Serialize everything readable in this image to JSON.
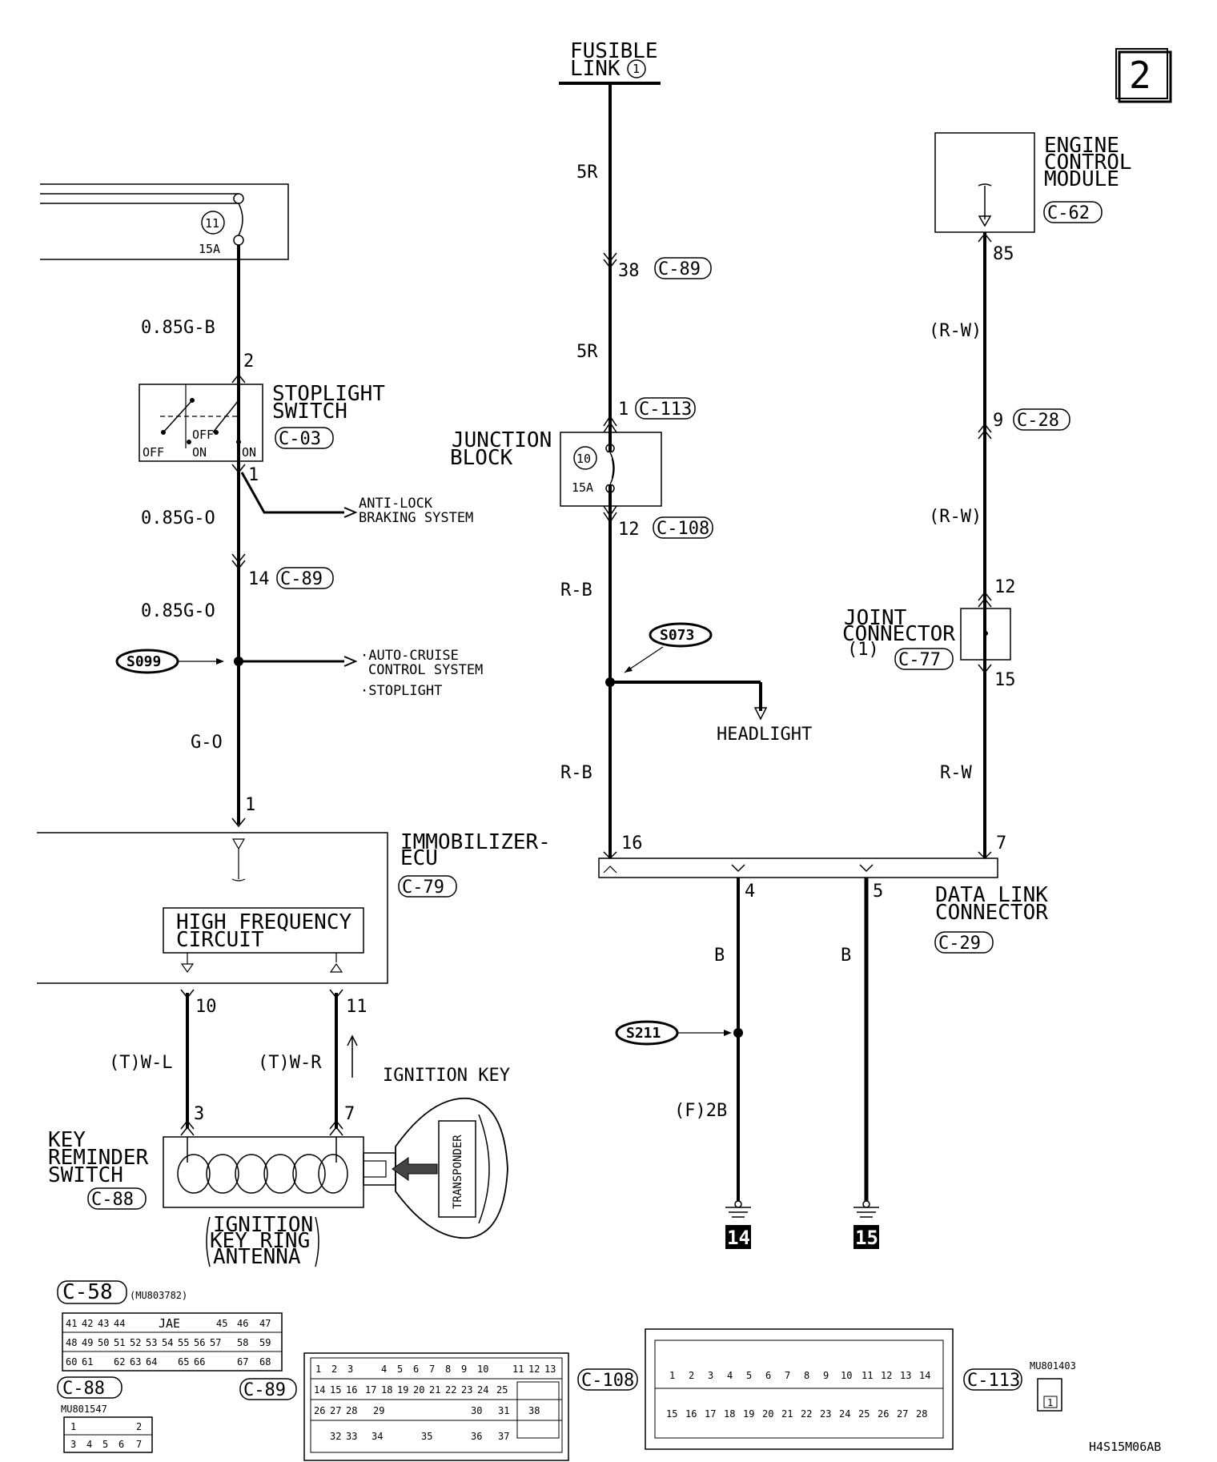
{
  "page_number": "2",
  "drawing_code": "H4S15M06AB",
  "fusible_link": {
    "line1": "FUSIBLE",
    "line2": "LINK",
    "num": "1"
  },
  "fuse11": {
    "num": "11",
    "rating": "15A"
  },
  "fuse10": {
    "num": "10",
    "rating": "15A"
  },
  "ecm": {
    "l1": "ENGINE",
    "l2": "CONTROL",
    "l3": "MODULE",
    "conn": "C-62",
    "pin": "85"
  },
  "stoplight": {
    "l1": "STOPLIGHT",
    "l2": "SWITCH",
    "conn": "C-03",
    "pin_top": "2",
    "pin_bot": "1",
    "off1": "OFF",
    "off2": "OFF",
    "on1": "ON",
    "on2": "ON"
  },
  "abs": {
    "l1": "ANTI-LOCK",
    "l2": "BRAKING SYSTEM"
  },
  "cruise": {
    "l1": "·AUTO-CRUISE",
    "l2": "CONTROL SYSTEM",
    "l3": "·STOPLIGHT"
  },
  "junction": {
    "l1": "JUNCTION",
    "l2": "BLOCK"
  },
  "joint": {
    "l1": "JOINT",
    "l2": "CONNECTOR",
    "l3": "(1)",
    "conn": "C-77",
    "pin_top": "12",
    "pin_bot": "15"
  },
  "headlight": "HEADLIGHT",
  "immobilizer": {
    "l1": "IMMOBILIZER-",
    "l2": "ECU",
    "conn": "C-79",
    "pin_in": "1",
    "pin_a": "10",
    "pin_b": "11"
  },
  "hf": {
    "l1": "HIGH FREQUENCY",
    "l2": "CIRCUIT"
  },
  "key_reminder": {
    "l1": "KEY",
    "l2": "REMINDER",
    "l3": "SWITCH",
    "conn": "C-88",
    "pin_a": "3",
    "pin_b": "7"
  },
  "antenna": {
    "l1": "IGNITION",
    "l2": "KEY RING",
    "l3": "ANTENNA"
  },
  "ignition_key": "IGNITION KEY",
  "transponder": "TRANSPONDER",
  "dlc": {
    "l1": "DATA LINK",
    "l2": "CONNECTOR",
    "conn": "C-29",
    "p16": "16",
    "p7": "7",
    "p4": "4",
    "p5": "5"
  },
  "wires": {
    "w5r_a": "5R",
    "w5r_b": "5R",
    "g_b": "0.85G-B",
    "g_o1": "0.85G-O",
    "g_o2": "0.85G-O",
    "g_o3": "G-O",
    "rb1": "R-B",
    "rb2": "R-B",
    "rw1": "(R-W)",
    "rw2": "(R-W)",
    "rw3": "R-W",
    "b1": "B",
    "b2": "B",
    "f2b": "(F)2B",
    "twl": "(T)W-L",
    "twr": "(T)W-R"
  },
  "conn_refs": {
    "c89a_pin": "38",
    "c89a": "C-89",
    "c89b_pin": "14",
    "c89b": "C-89",
    "c113_pin": "1",
    "c113": "C-113",
    "c108_pin": "12",
    "c108": "C-108",
    "c28_pin": "9",
    "c28": "C-28"
  },
  "splices": {
    "s099": "S099",
    "s073": "S073",
    "s211": "S211"
  },
  "grounds": {
    "g14": "14",
    "g15": "15"
  },
  "connector_views": {
    "c58": {
      "label": "C-58",
      "part": "(MU803782)",
      "jae": "JAE",
      "row1": [
        "41",
        "42",
        "43",
        "44",
        "45",
        "46",
        "47"
      ],
      "row2": [
        "48",
        "49",
        "50",
        "51",
        "52",
        "53",
        "54",
        "55",
        "56",
        "57",
        "58",
        "59"
      ],
      "row3": [
        "60",
        "61",
        "62",
        "63",
        "64",
        "65",
        "66",
        "67",
        "68"
      ]
    },
    "c88": {
      "label": "C-88",
      "part": "MU801547",
      "row1": [
        "1",
        "2"
      ],
      "row2": [
        "3",
        "4",
        "5",
        "6",
        "7"
      ]
    },
    "c89": {
      "label": "C-89",
      "row1": [
        "1",
        "2",
        "3",
        "4",
        "5",
        "6",
        "7",
        "8",
        "9",
        "10",
        "11",
        "12",
        "13"
      ],
      "row2": [
        "14",
        "15",
        "16",
        "17",
        "18",
        "19",
        "20",
        "21",
        "22",
        "23",
        "24",
        "25"
      ],
      "row3": [
        "26",
        "27",
        "28",
        "29",
        "30",
        "31"
      ],
      "row4": [
        "32",
        "33",
        "34",
        "35",
        "36",
        "37"
      ],
      "big": "38"
    },
    "c108": {
      "label": "C-108"
    },
    "c113": {
      "label": "C-113",
      "row1": [
        "1",
        "2",
        "3",
        "4",
        "5",
        "6",
        "7",
        "8",
        "9",
        "10",
        "11",
        "12",
        "13",
        "14"
      ],
      "row2": [
        "15",
        "16",
        "17",
        "18",
        "19",
        "20",
        "21",
        "22",
        "23",
        "24",
        "25",
        "26",
        "27",
        "28"
      ]
    },
    "mu801403": {
      "part": "MU801403",
      "pin": "1"
    }
  }
}
